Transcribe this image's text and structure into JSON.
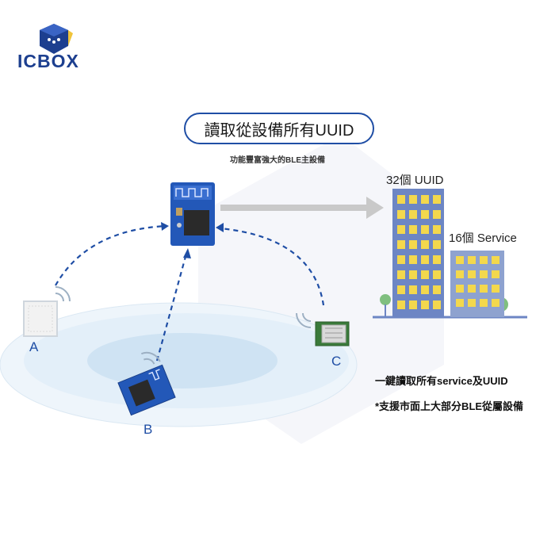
{
  "brand": {
    "name": "ICBOX"
  },
  "title": "讀取從設備所有UUID",
  "subtitle": "功能豐富強大的BLE主設備",
  "buildings": {
    "tall_label": "32個 UUID",
    "short_label": "16個 Service"
  },
  "nodes": {
    "a": "A",
    "b": "B",
    "c": "C"
  },
  "features": [
    "一鍵讀取所有service及UUID",
    "*支援市面上大部分BLE從屬設備"
  ],
  "colors": {
    "brand_blue": "#1f4ea5",
    "module_blue": "#2358b8",
    "window_yellow": "#f3d84d",
    "tall_building": "#6d86c4",
    "short_building": "#8ea2cf",
    "ring_light": "#e8f2fa",
    "ring_mid": "#d3e6f4"
  }
}
